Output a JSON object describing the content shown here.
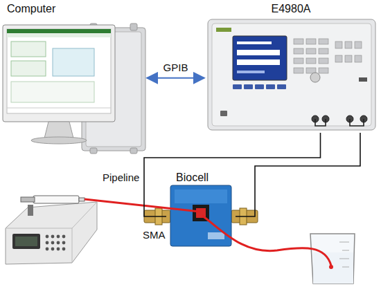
{
  "diagram": {
    "nodes": [
      {
        "text": [
          "Computer"
        ]
      },
      {
        "text": [
          "E4980A"
        ]
      },
      {
        "text": [
          "Biocell"
        ]
      }
    ],
    "edges": [
      {
        "from": 0,
        "to": 1,
        "arrow": "both",
        "label": "GPIB"
      },
      {
        "from": 1,
        "to": 2,
        "arrow": "none"
      },
      {
        "from": 1,
        "to": 2,
        "arrow": "none"
      }
    ],
    "labels": [
      "Pipeline",
      "SMA"
    ]
  }
}
